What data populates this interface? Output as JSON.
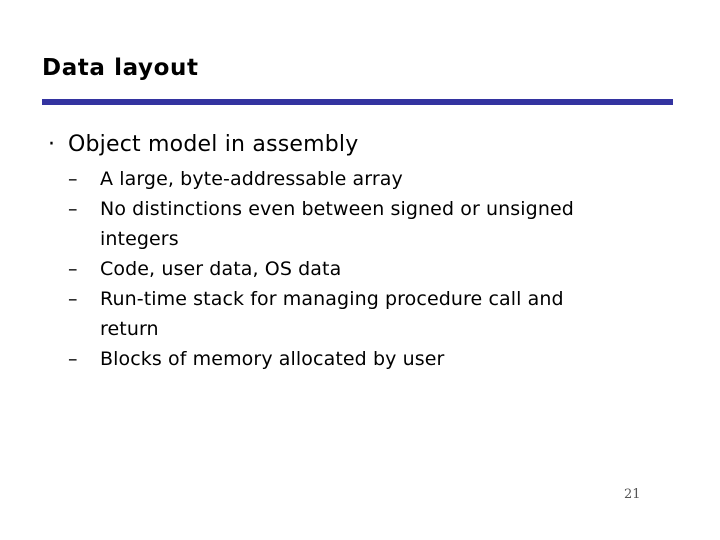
{
  "slide": {
    "title": "Data layout",
    "page_number": "21",
    "accent_color": "#3333a0",
    "background_color": "#ffffff",
    "text_color": "#000000",
    "bullets": [
      {
        "marker": "·",
        "text": "Object model in assembly",
        "level": 1
      }
    ],
    "sub_bullets": [
      {
        "marker": "–",
        "line1": "A large, byte-addressable array",
        "line2": ""
      },
      {
        "marker": "–",
        "line1": "No distinctions even between signed or unsigned",
        "line2": "integers"
      },
      {
        "marker": "–",
        "line1": "Code, user data, OS data",
        "line2": ""
      },
      {
        "marker": "–",
        "line1": "Run-time stack for managing procedure call and",
        "line2": "return"
      },
      {
        "marker": "–",
        "line1": "Blocks of memory allocated by user",
        "line2": ""
      }
    ]
  }
}
